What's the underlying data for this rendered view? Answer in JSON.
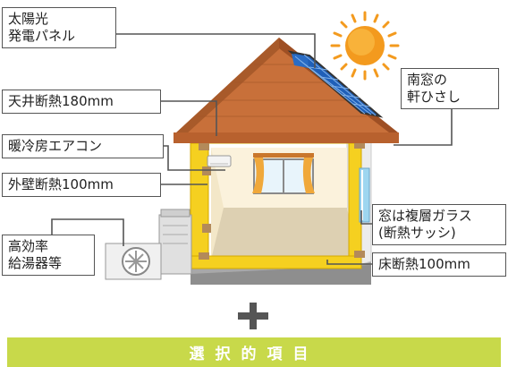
{
  "labels": {
    "solar_panel": [
      "太陽光",
      "発電パネル"
    ],
    "ceiling_insulation": "天井断熱180mm",
    "air_conditioner": "暖冷房エアコン",
    "outer_wall_insulation": "外壁断熱100mm",
    "water_heater": [
      "高効率",
      "給湯器等"
    ],
    "south_window_eaves": [
      "南窓の",
      "軒ひさし"
    ],
    "double_glazing": [
      "窓は複層ガラス",
      "(断熱サッシ)"
    ],
    "floor_insulation": "床断熱100mm"
  },
  "banner": {
    "text": "選択的項目"
  },
  "colors": {
    "roof": "#c8703a",
    "insulation": "#f5d020",
    "sun": "#f39a1e",
    "solar_panel": "#2a6cc4",
    "banner": "#c8d94a"
  }
}
